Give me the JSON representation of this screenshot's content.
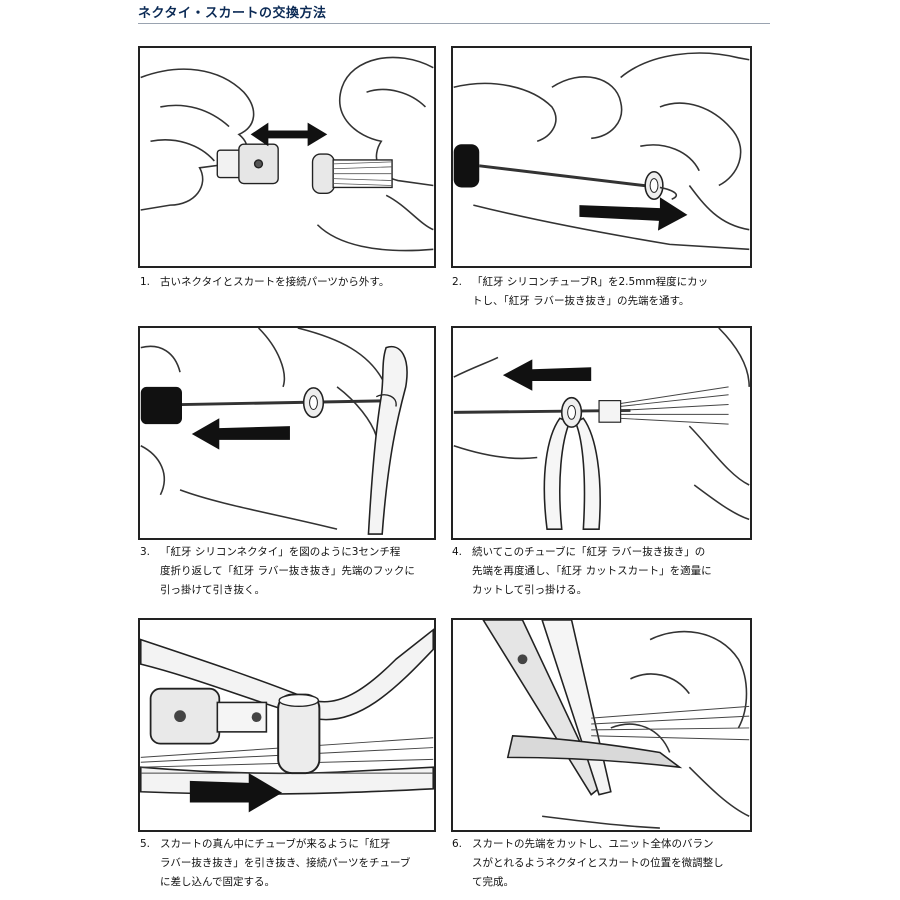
{
  "title": "ネクタイ・スカートの交換方法",
  "steps": [
    {
      "number": "1.",
      "lines": [
        "古いネクタイとスカートを接続パーツから外す。"
      ]
    },
    {
      "number": "2.",
      "lines": [
        "「紅牙 シリコンチューブR」を2.5mm程度にカッ",
        "トし、「紅牙 ラバー抜き抜き」の先端を通す。"
      ]
    },
    {
      "number": "3.",
      "lines": [
        "「紅牙 シリコンネクタイ」を図のように3センチ程",
        "度折り返して「紅牙 ラバー抜き抜き」先端のフックに",
        "引っ掛けて引き抜く。"
      ]
    },
    {
      "number": "4.",
      "lines": [
        "続いてこのチューブに「紅牙 ラバー抜き抜き」の",
        "先端を再度通し、「紅牙 カットスカート」を適量に",
        "カットして引っ掛ける。"
      ]
    },
    {
      "number": "5.",
      "lines": [
        "スカートの真ん中にチューブが来るように「紅牙",
        "ラバー抜き抜き」を引き抜き、接続パーツをチューブ",
        "に差し込んで固定する。"
      ]
    },
    {
      "number": "6.",
      "lines": [
        "スカートの先端をカットし、ユニット全体のバラン",
        "スがとれるようネクタイとスカートの位置を微調整し",
        "て完成。"
      ]
    }
  ],
  "colors": {
    "title": "#0b2a55",
    "border": "#222222",
    "arrow": "#111111",
    "line": "#333333",
    "shade": "#d9d9d9"
  }
}
